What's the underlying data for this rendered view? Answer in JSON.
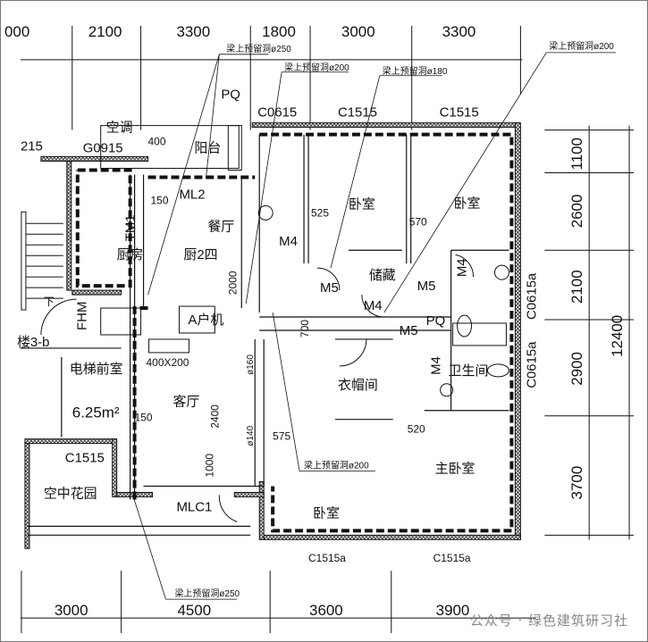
{
  "dimensions": {
    "top": [
      "000",
      "2100",
      "3300",
      "1800",
      "3000",
      "3300"
    ],
    "right": [
      "1100",
      "2600",
      "2100",
      "2900",
      "3700"
    ],
    "right_total": "12400",
    "bottom": [
      "3000",
      "4500",
      "3600",
      "3900"
    ]
  },
  "rooms": {
    "kitchen": "厨房",
    "dining": "餐厅",
    "balcony": "阳台",
    "living": "客厅",
    "elevator_lobby": "电梯前室",
    "elevator_area": "6.25m²",
    "sky_garden": "空中花园",
    "bedroom1": "卧室",
    "bedroom2": "卧室",
    "bedroom3": "卧室",
    "master_bedroom": "主卧室",
    "storage": "储藏",
    "cloakroom": "衣帽间",
    "bathroom": "卫生间",
    "kitchen4": "厨2四",
    "ac": "空调"
  },
  "notes": {
    "hole250_top": "梁上预留洞ø250",
    "hole200_a": "梁上预留洞ø200",
    "hole180": "梁上预留洞ø180",
    "hole200_right": "梁上预留洞ø200",
    "hole200_mid": "梁上预留洞ø200",
    "hole250_bottom": "梁上预留洞ø250"
  },
  "labels": {
    "pq_top": "PQ",
    "c0615": "C0615",
    "c1515_a": "C1515",
    "c1515_b": "C1515",
    "c1515_left": "C1515",
    "c1515a_1": "C1515a",
    "c1515a_2": "C1515a",
    "c0615a_1": "C0615a",
    "c0615a_2": "C0615a",
    "g0915": "G0915",
    "n215": "215",
    "d400": "400",
    "d150": "150",
    "d150b": "150",
    "ml2": "ML2",
    "tm1": "TM1",
    "fhm": "FHM",
    "m4_a": "M4",
    "m4_b": "M4",
    "m4_c": "M4",
    "m4_d": "M4",
    "m5_a": "M5",
    "m5_b": "M5",
    "m5_c": "M5",
    "pq_mid": "PQ",
    "d525": "525",
    "d570": "570",
    "d575": "575",
    "d520": "520",
    "d700": "700",
    "d2000": "2000",
    "d2400": "2400",
    "d1000": "1000",
    "phi160": "ø160",
    "phi140": "ø140",
    "duct": "400X200",
    "ahu": "A户机",
    "mlc1": "MLC1",
    "down": "下",
    "stair": "楼3-b"
  },
  "watermark": "公众号 · 绿色建筑研习社"
}
